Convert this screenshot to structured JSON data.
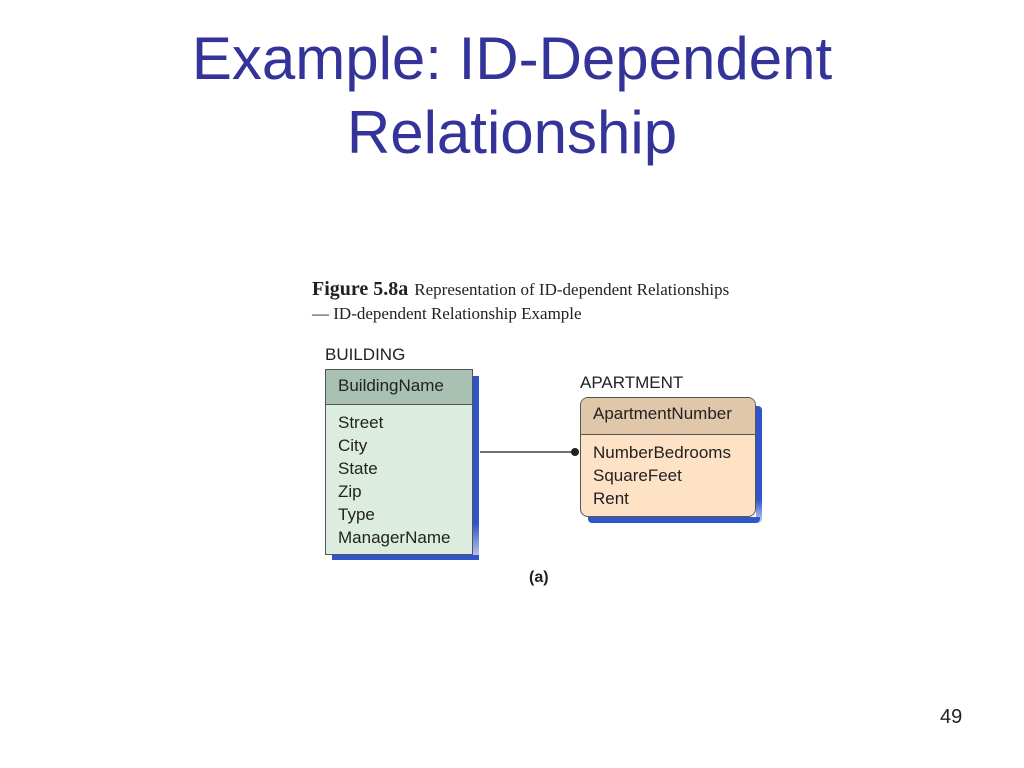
{
  "slide": {
    "title_line1": "Example: ID-Dependent",
    "title_line2": "Relationship",
    "page_number": "49"
  },
  "figure": {
    "number": "Figure 5.8a",
    "caption_title": "Representation of ID-dependent Relationships",
    "caption_subtitle": "— ID-dependent Relationship Example",
    "sub_label": "(a)"
  },
  "entities": {
    "building": {
      "name": "BUILDING",
      "key": "BuildingName",
      "attributes": [
        "Street",
        "City",
        "State",
        "Zip",
        "Type",
        "ManagerName"
      ]
    },
    "apartment": {
      "name": "APARTMENT",
      "key": "ApartmentNumber",
      "attributes": [
        "NumberBedrooms",
        "SquareFeet",
        "Rent"
      ]
    }
  },
  "colors": {
    "title": "#333399",
    "building_fill": "#dcecdf",
    "building_key_fill": "#a9c1b2",
    "apartment_fill": "#fde2c6",
    "apartment_key_fill": "#e0c7a9",
    "shadow": "#2f55c8"
  }
}
